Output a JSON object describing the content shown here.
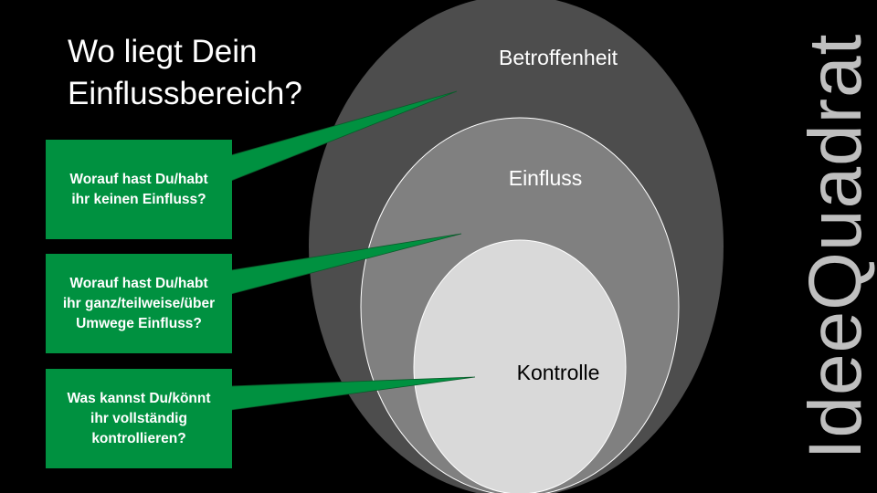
{
  "title": {
    "line1": "Wo liegt Dein",
    "line2": "Einflussbereich?"
  },
  "circles": [
    {
      "label": "Betroffenheit",
      "fill": "#4d4d4d",
      "text_color": "#ffffff"
    },
    {
      "label": "Einfluss",
      "fill": "#808080",
      "text_color": "#ffffff"
    },
    {
      "label": "Kontrolle",
      "fill": "#d9d9d9",
      "text_color": "#000000"
    }
  ],
  "callouts": [
    {
      "text": "Worauf hast Du/habt\nihr keinen Einfluss?"
    },
    {
      "text": "Worauf hast Du/habt\nihr ganz/teilweise/über\nUmwege Einfluss?"
    },
    {
      "text": "Was kannst Du/könnt\nihr vollständig\nkontrollieren?"
    }
  ],
  "callout_color": "#009140",
  "brand": "IdeeQuadrat"
}
